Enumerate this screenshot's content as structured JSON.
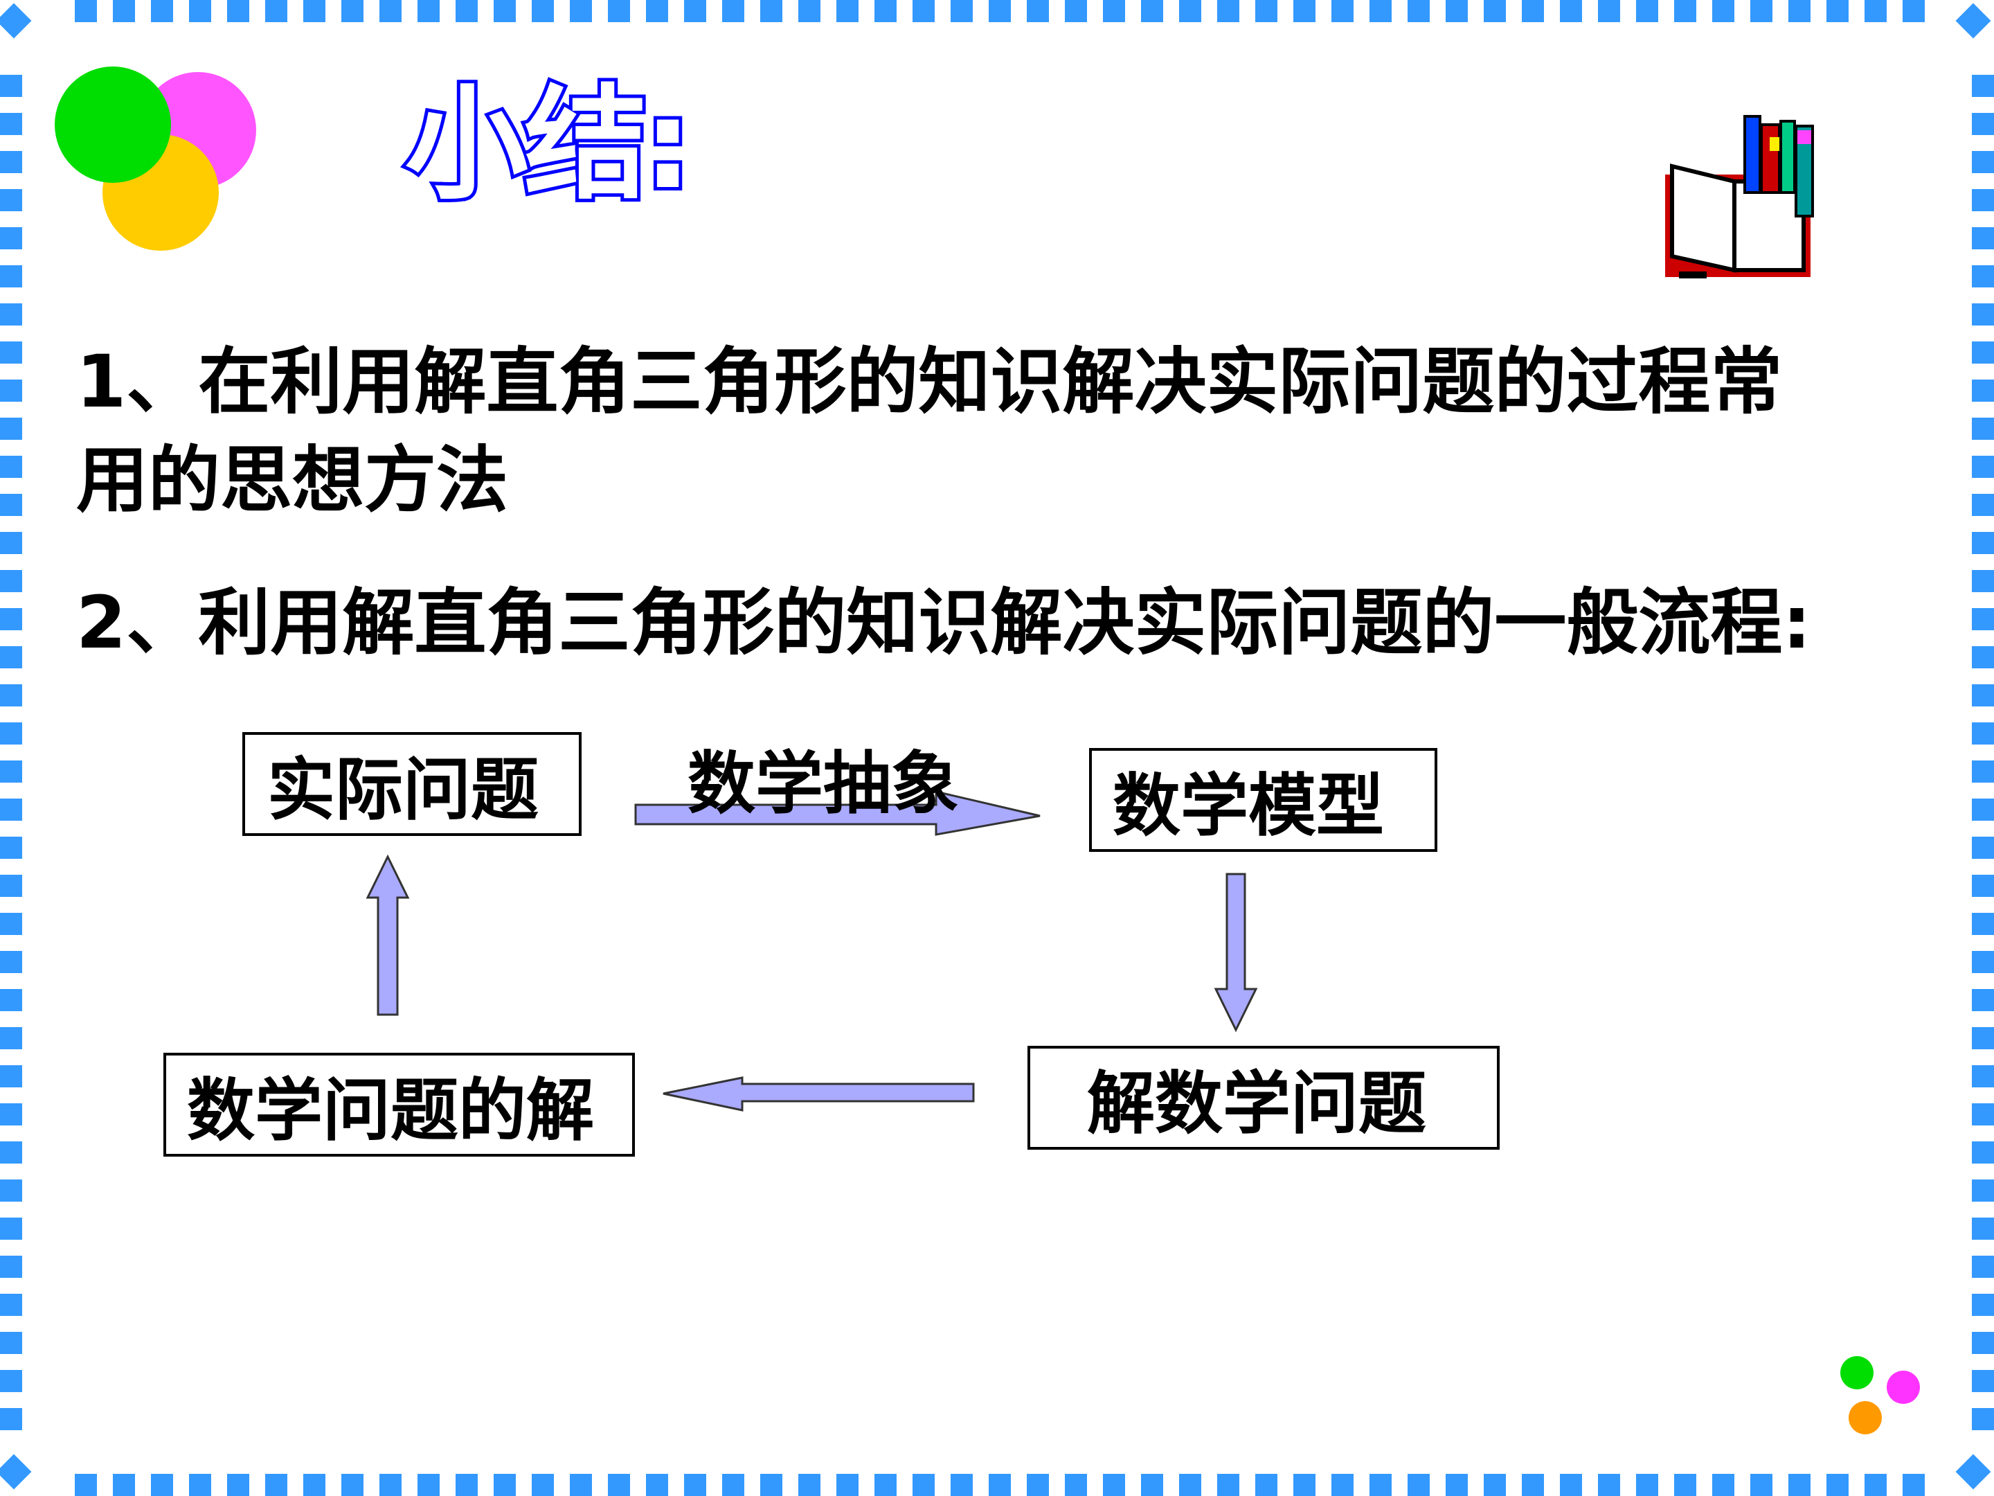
{
  "title": "小结:",
  "points": [
    {
      "line1": "1、在利用解直角三角形的知识解决实际问题的过程常",
      "line2": "用的思想方法"
    },
    {
      "line1": "2、利用解直角三角形的知识解决实际问题的一般流程:"
    }
  ],
  "flow": {
    "nodes": {
      "actual_problem": "实际问题",
      "math_model": "数学模型",
      "solve_math_problem": "解数学问题",
      "math_problem_solution": "数学问题的解"
    },
    "edge_label": "数学抽象"
  },
  "colors": {
    "border_dash": "#3399ff",
    "title_fill": "#1a3cff",
    "arrow_fill": "#aaaaff",
    "circle_green": "#00dd00",
    "circle_magenta": "#ff55ff",
    "circle_yellow": "#ffcc00",
    "dot_orange": "#ff9900"
  }
}
